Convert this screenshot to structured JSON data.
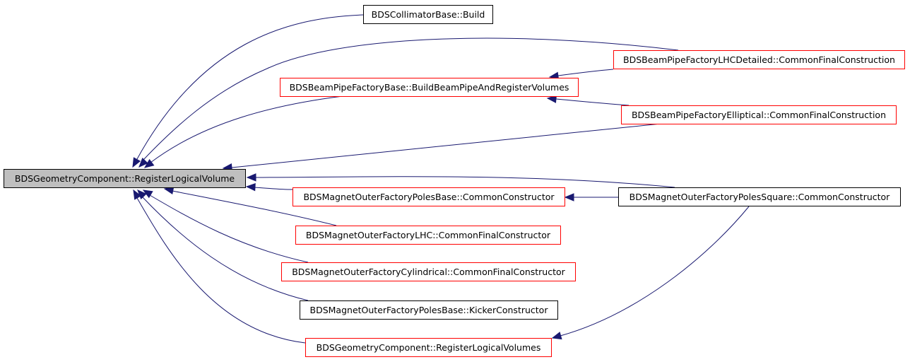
{
  "colors": {
    "edge": "#191970",
    "documented_border": "#000000",
    "undocumented_border": "#ff0000",
    "root_fill": "#bfbfbf"
  },
  "nodes": {
    "root": "BDSGeometryComponent::RegisterLogicalVolume",
    "collimator_build": "BDSCollimatorBase::Build",
    "lhc_detailed": "BDSBeamPipeFactoryLHCDetailed::CommonFinalConstruction",
    "build_beampipe": "BDSBeamPipeFactoryBase::BuildBeamPipeAndRegisterVolumes",
    "elliptical": "BDSBeamPipeFactoryElliptical::CommonFinalConstruction",
    "poles_base_common": "BDSMagnetOuterFactoryPolesBase::CommonConstructor",
    "poles_square_common": "BDSMagnetOuterFactoryPolesSquare::CommonConstructor",
    "outer_lhc": "BDSMagnetOuterFactoryLHC::CommonFinalConstructor",
    "outer_cylindrical": "BDSMagnetOuterFactoryCylindrical::CommonFinalConstructor",
    "poles_base_kicker": "BDSMagnetOuterFactoryPolesBase::KickerConstructor",
    "register_volumes": "BDSGeometryComponent::RegisterLogicalVolumes"
  },
  "edges": [
    {
      "from": "collimator_build",
      "to": "root"
    },
    {
      "from": "lhc_detailed",
      "to": "root"
    },
    {
      "from": "build_beampipe",
      "to": "root"
    },
    {
      "from": "elliptical",
      "to": "root"
    },
    {
      "from": "poles_square_common",
      "to": "root"
    },
    {
      "from": "poles_base_common",
      "to": "root"
    },
    {
      "from": "outer_lhc",
      "to": "root"
    },
    {
      "from": "outer_cylindrical",
      "to": "root"
    },
    {
      "from": "poles_base_kicker",
      "to": "root"
    },
    {
      "from": "register_volumes",
      "to": "root"
    },
    {
      "from": "lhc_detailed",
      "to": "build_beampipe"
    },
    {
      "from": "elliptical",
      "to": "build_beampipe"
    },
    {
      "from": "poles_square_common",
      "to": "poles_base_common"
    },
    {
      "from": "poles_square_common",
      "to": "register_volumes"
    }
  ]
}
